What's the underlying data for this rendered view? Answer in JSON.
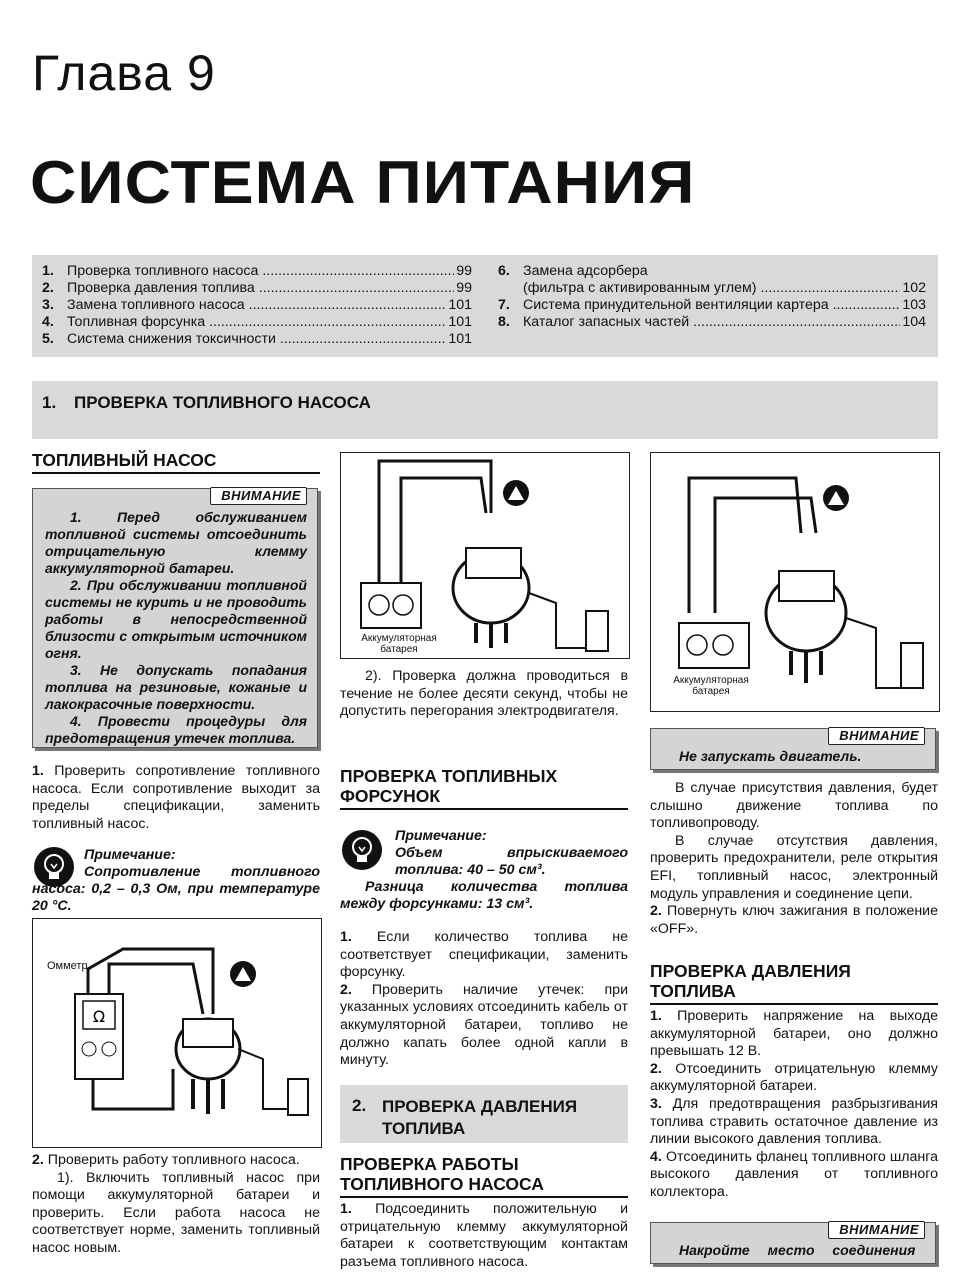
{
  "header": {
    "chapter": "Глава 9",
    "title": "СИСТЕМА ПИТАНИЯ"
  },
  "toc": {
    "left": [
      {
        "num": "1.",
        "text": "Проверка топливного насоса",
        "page": "99"
      },
      {
        "num": "2.",
        "text": "Проверка давления топлива",
        "page": "99"
      },
      {
        "num": "3.",
        "text": "Замена топливного насоса",
        "page": "101"
      },
      {
        "num": "4.",
        "text": "Топливная форсунка",
        "page": "101"
      },
      {
        "num": "5.",
        "text": "Система снижения токсичности",
        "page": "101"
      }
    ],
    "right": [
      {
        "num": "6.",
        "text": "Замена адсорбера",
        "page": ""
      },
      {
        "num": "",
        "text": "(фильтра с активированным углем)",
        "page": "102"
      },
      {
        "num": "7.",
        "text": "Система принудительной вентиляции картера",
        "page": "103"
      },
      {
        "num": "8.",
        "text": "Каталог запасных частей",
        "page": "104"
      }
    ]
  },
  "section1": {
    "num": "1.",
    "title": "ПРОВЕРКА ТОПЛИВНОГО НАСОСА"
  },
  "col1": {
    "heading": "ТОПЛИВНЫЙ НАСОС",
    "warning_label": "ВНИМАНИЕ",
    "warning_items": [
      "1. Перед обслуживанием топливной системы отсоединить отрицательную клемму аккумуляторной батареи.",
      "2. При обслуживании топливной системы не курить и не проводить работы в непосредственной близости с открытым источником огня.",
      "3. Не допускать попадания топлива на резиновые, кожаные и лакокрасочные поверхности.",
      "4. Провести процедуры для предотвращения утечек топлива."
    ],
    "step1_num": "1.",
    "step1": "Проверить сопротивление топливного насоса. Если сопротивление выходит за пределы спецификации, заменить топливный насос.",
    "note_label": "Примечание:",
    "note_line1": "Сопротивление топливного насоса: 0,2 – 0,3 Ом, при температуре 20 °С.",
    "fig_label": "Омметр",
    "step2_num": "2.",
    "step2": "Проверить работу топливного насоса.",
    "step2_1": "1). Включить топливный насос при помощи аккумуляторной батареи и проверить. Если работа насоса не соответствует норме, заменить топливный насос новым."
  },
  "col2": {
    "fig_label": "Аккумуляторная батарея",
    "step2_2": "2). Проверка должна проводиться в течение не более десяти секунд, чтобы не допустить перегорания электродвигателя.",
    "heading_inj": "ПРОВЕРКА ТОПЛИВНЫХ ФОРСУНОК",
    "note_label": "Примечание:",
    "note_line1": "Объем впрыскиваемого топлива: 40 – 50 см³.",
    "note_line2": "Разница количества топлива между форсунками: 13 см³.",
    "inj1_num": "1.",
    "inj1": "Если количество топлива не соответствует спецификации, заменить форсунку.",
    "inj2_num": "2.",
    "inj2": "Проверить наличие утечек: при указанных условиях отсоединить кабель от аккумуляторной батареи, топливо не должно капать более одной капли в минуту.",
    "section2_num": "2.",
    "section2_title": "ПРОВЕРКА ДАВЛЕНИЯ ТОПЛИВА",
    "heading_pump": "ПРОВЕРКА РАБОТЫ ТОПЛИВНОГО НАСОСА",
    "pump1_num": "1.",
    "pump1": "Подсоединить положительную и отрицательную клемму аккумуляторной батареи к соответствующим контактам разъема топливного насоса."
  },
  "col3": {
    "fig_label": "Аккумуляторная батарея",
    "warning_label": "ВНИМАНИЕ",
    "warning_text": "Не запускать двигатель.",
    "para1": "В случае присутствия давления, будет слышно движение топлива по топливопроводу.",
    "para2": "В случае отсутствия давления, проверить предохранители, реле открытия EFI, топливный насос, электронный модуль управления и соединение цепи.",
    "step2_num": "2.",
    "step2": "Повернуть ключ зажигания в положение «OFF».",
    "heading_press": "ПРОВЕРКА ДАВЛЕНИЯ ТОПЛИВА",
    "p1_num": "1.",
    "p1": "Проверить напряжение на выходе аккумуляторной батареи, оно должно превышать 12 В.",
    "p2_num": "2.",
    "p2": "Отсоединить отрицательную клемму аккумуляторной батареи.",
    "p3_num": "3.",
    "p3": "Для предотвращения разбрызгивания топлива стравить остаточное давление из линии высокого давления топлива.",
    "p4_num": "4.",
    "p4": "Отсоединить фланец топливного шланга высокого давления от топливного коллектора.",
    "warning2_label": "ВНИМАНИЕ",
    "warning2_text": "Накройте место соединения"
  }
}
